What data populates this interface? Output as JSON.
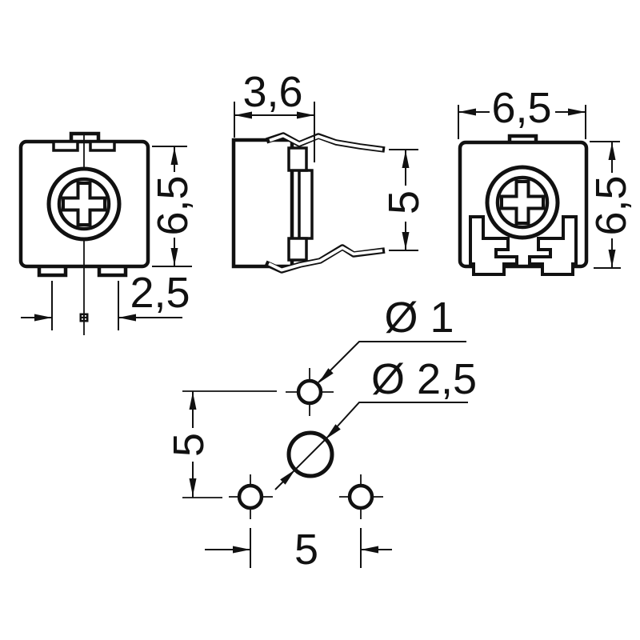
{
  "drawing_type": "trimmer-potentiometer-dimension-drawing",
  "views": {
    "front": {
      "height": "6,5",
      "pin_offset": "2,5"
    },
    "side": {
      "depth": "3,6",
      "lead_spacing": "5"
    },
    "rear": {
      "width": "6,5",
      "height": "6,5"
    }
  },
  "footprint": {
    "small_hole_diameter": "Ø 1",
    "large_hole_diameter": "Ø 2,5",
    "vertical_pitch": "5",
    "horizontal_pitch": "5"
  },
  "colors": {
    "line": "#111111",
    "background": "#ffffff"
  }
}
